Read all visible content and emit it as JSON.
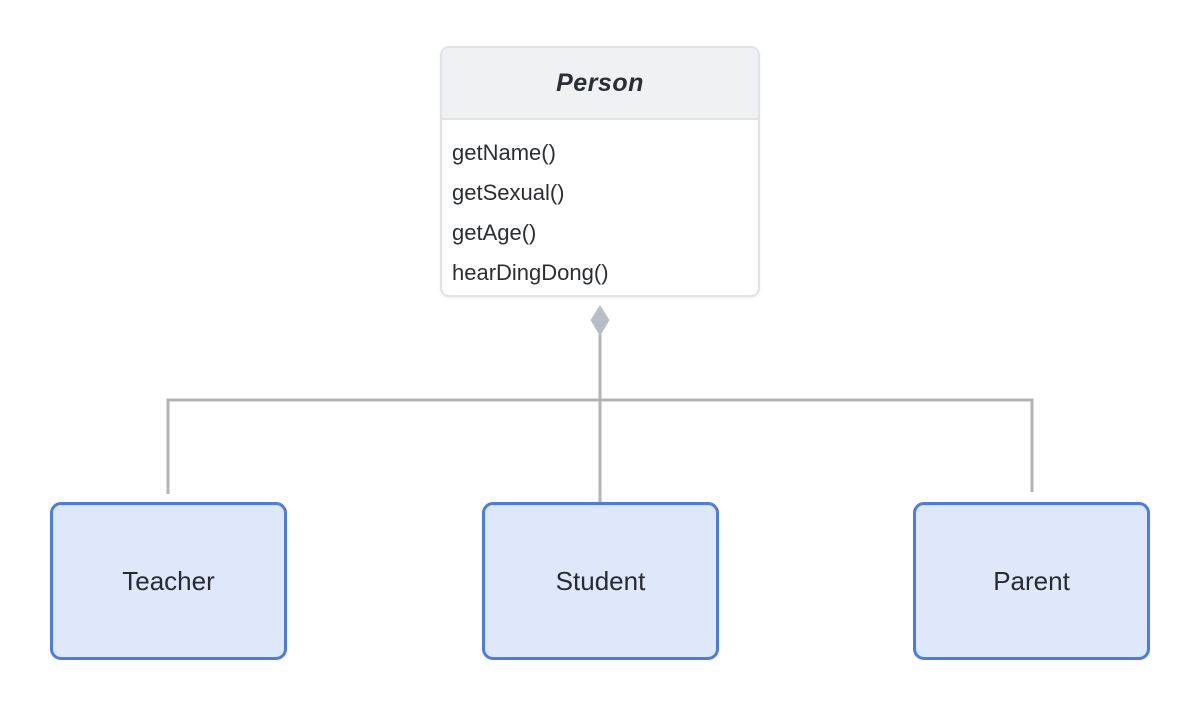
{
  "colors": {
    "node_border": "#4b7ce5",
    "node_fill": "#dfe8fb",
    "node_text": "#262b33",
    "line": "#b3b4b6",
    "diamond": "#b7bdc5",
    "class_border": "#e1e3e6",
    "class_header_bg": "#f0f1f3",
    "class_text": "#2b2e33"
  },
  "person": {
    "name": "Person",
    "methods": [
      "getName()",
      "getSexual()",
      "getAge()",
      "hearDingDong()"
    ]
  },
  "children": [
    {
      "label": "Teacher"
    },
    {
      "label": "Student"
    },
    {
      "label": "Parent"
    }
  ],
  "connector": {
    "type": "aggregation",
    "diamond_icon": "aggregation-diamond-icon"
  }
}
